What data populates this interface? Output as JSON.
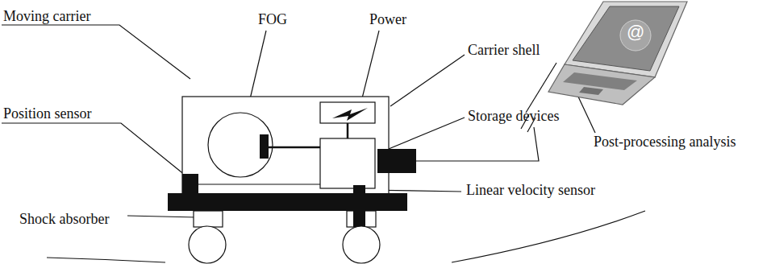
{
  "diagram": {
    "labels": [
      "Moving carrier",
      "FOG",
      "Power",
      "Carrier shell",
      "Storage devices",
      "Position sensor",
      "Linear velocity sensor",
      "Shock absorber",
      "Post-processing analysis",
      "@"
    ]
  }
}
